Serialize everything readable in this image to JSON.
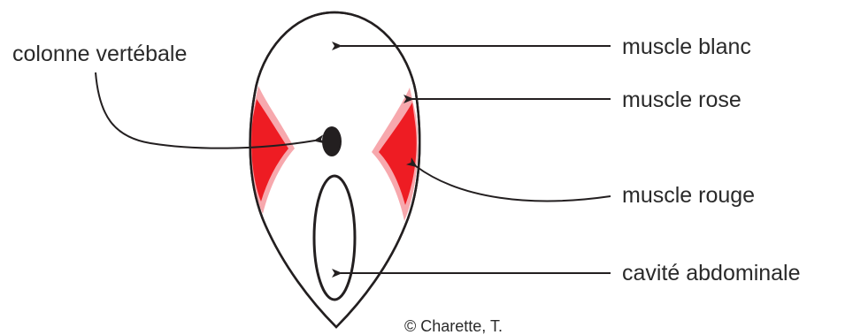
{
  "labels": {
    "spine": "colonne vertébale",
    "white_muscle": "muscle blanc",
    "pink_muscle": "muscle rose",
    "red_muscle": "muscle rouge",
    "abdominal_cavity": "cavité abdominale"
  },
  "credit": "© Charette, T.",
  "colors": {
    "red_muscle": "#ee1c23",
    "pink_muscle": "#f7a8ad",
    "outline": "#231f20"
  }
}
